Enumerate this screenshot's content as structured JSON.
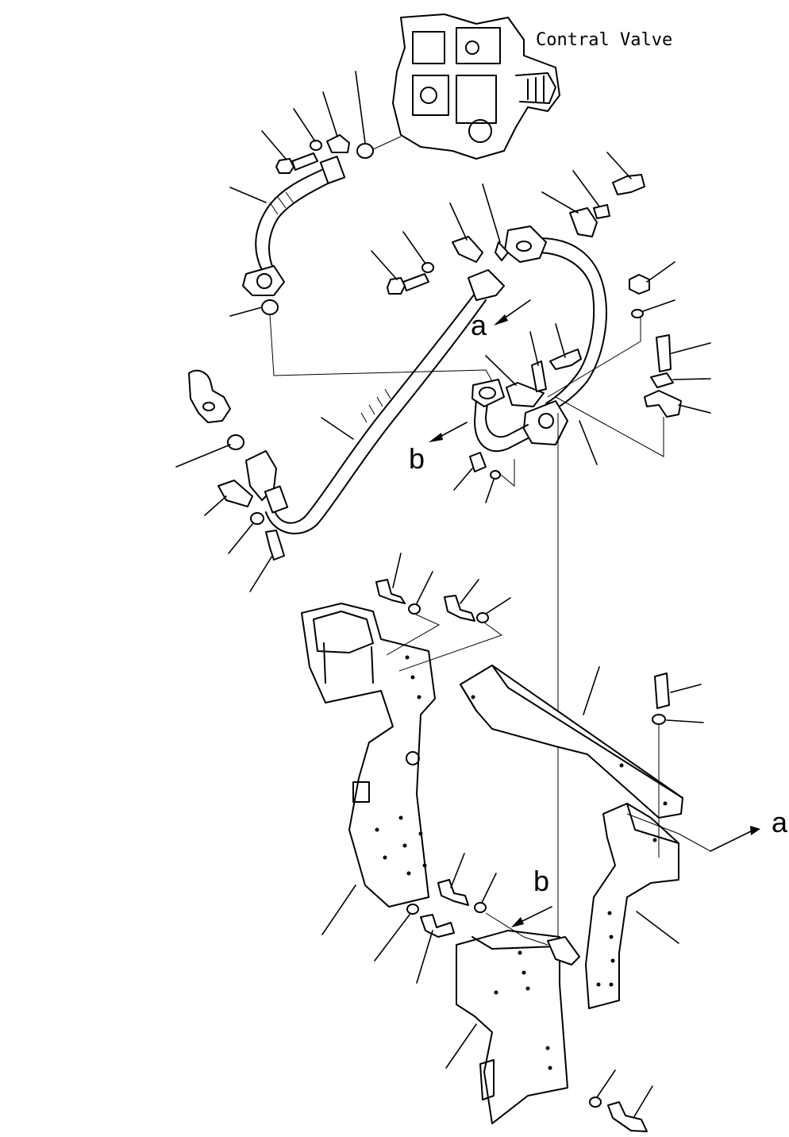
{
  "labels": {
    "control_valve": "Contral Valve",
    "view_a_top": "a",
    "view_b_top": "b",
    "view_a_right": "a",
    "view_b_bottom": "b"
  }
}
